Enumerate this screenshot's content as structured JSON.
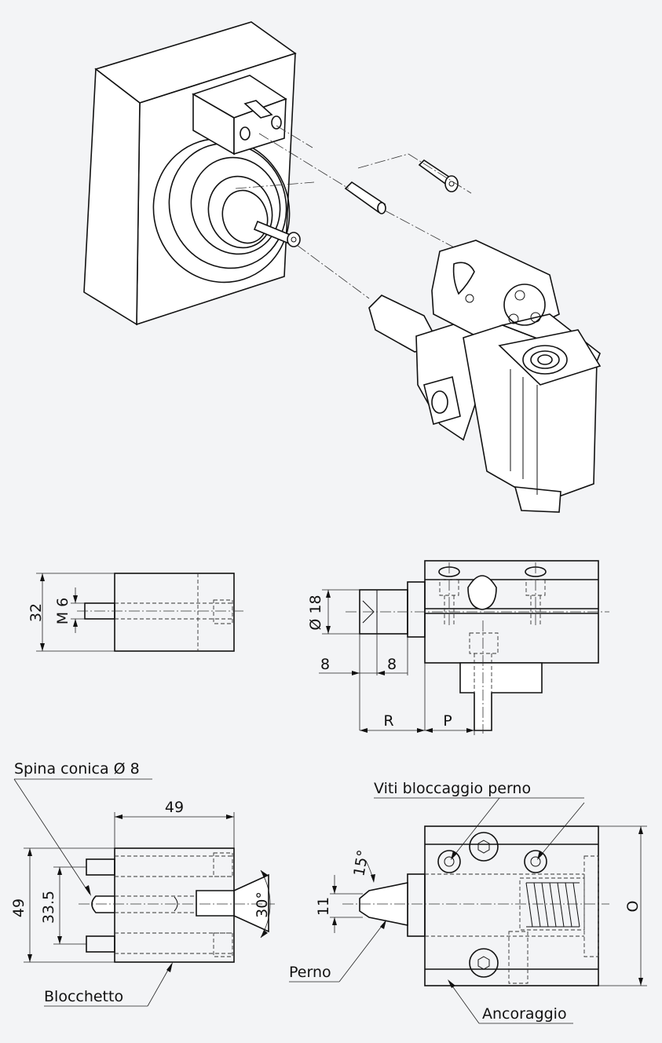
{
  "labels": {
    "spina_conica": "Spina conica Ø 8",
    "viti_bloccaggio": "Viti bloccaggio perno",
    "perno": "Perno",
    "blocchetto": "Blocchetto",
    "ancoraggio": "Ancoraggio"
  },
  "dimensions": {
    "d32": "32",
    "m6": "M 6",
    "d18": "Ø 18",
    "d8_left": "8",
    "d8_right": "8",
    "r": "R",
    "p": "P",
    "d49_top": "49",
    "d49_left": "49",
    "d33_5": "33.5",
    "d30deg": "30°",
    "d15deg": "15°",
    "d11": "11",
    "o": "O"
  }
}
